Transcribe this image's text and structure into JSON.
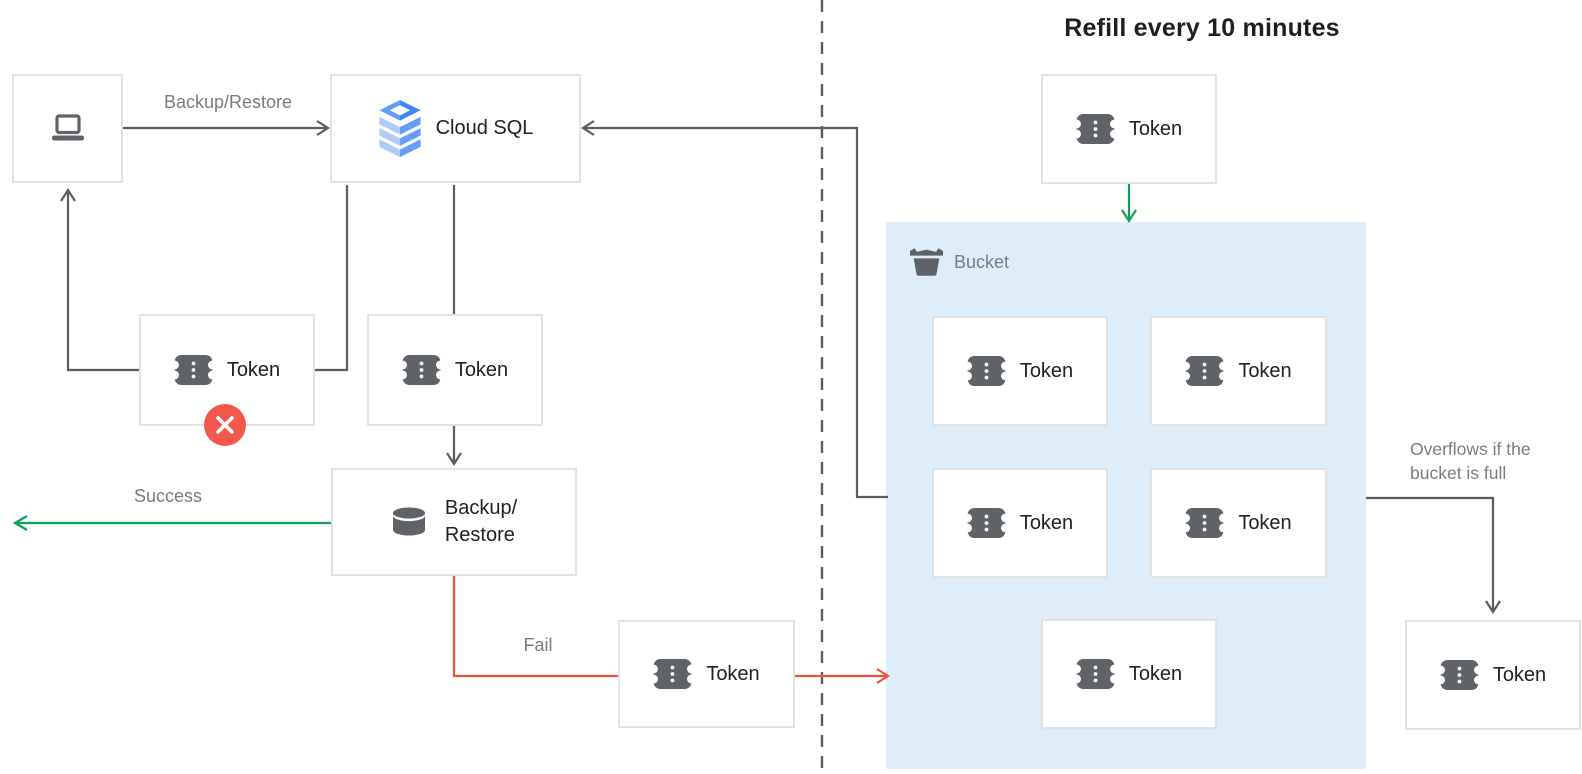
{
  "title": "Refill every 10 minutes",
  "nodes": {
    "client": {
      "icon": "laptop-icon"
    },
    "cloud_sql": {
      "label": "Cloud SQL",
      "icon": "cloud-sql-database-icon"
    },
    "token": {
      "label": "Token",
      "icon": "ticket-icon"
    },
    "backup_restore": {
      "line1": "Backup/",
      "line2": "Restore",
      "icon": "database-cylinder-icon"
    },
    "bucket": {
      "label": "Bucket",
      "icon": "bucket-icon"
    },
    "failed_token_badge": {
      "icon": "error-x-icon"
    }
  },
  "edges": {
    "request_label": "Backup/Restore",
    "success_label": "Success",
    "fail_label": "Fail",
    "overflow_line1": "Overflows if the",
    "overflow_line2": "bucket is full"
  },
  "colors": {
    "green": "#0fa05a",
    "red": "#f4513f",
    "badge_red": "#f4574b",
    "bucket_bg": "#ddeefa",
    "icon_gray": "#5f6368",
    "line_gray": "#5a5d61",
    "label_gray": "#797d80",
    "sql_blue_light": "#aecbfa",
    "sql_blue_mid": "#669df6",
    "sql_blue_dark": "#4285f4"
  }
}
